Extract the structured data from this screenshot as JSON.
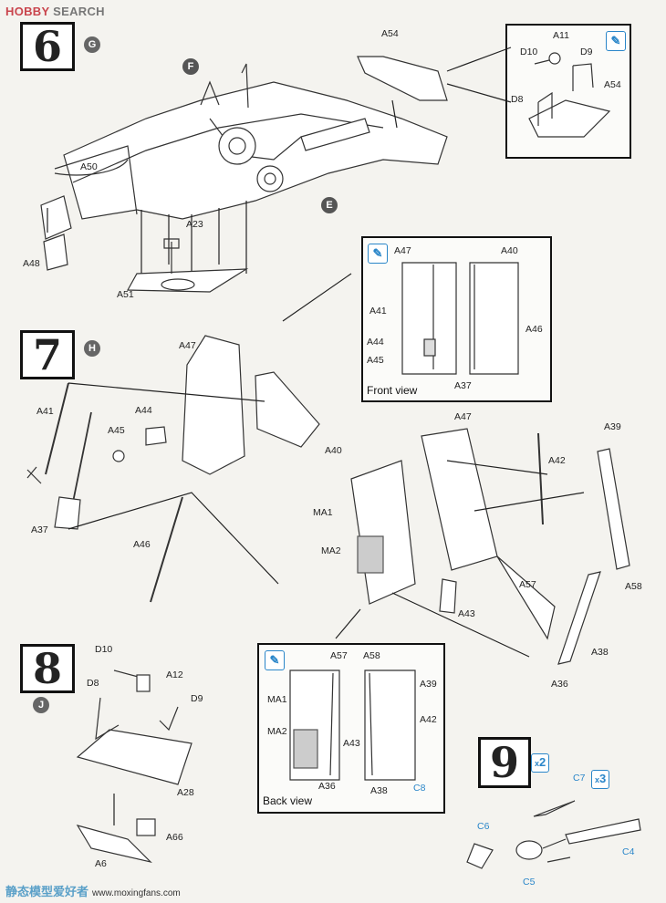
{
  "brand": {
    "logo_text": "HOBBY",
    "suffix": "SEARCH",
    "logo_color": "#c9454d"
  },
  "watermark": {
    "chinese": "静态模型爱好者",
    "url": "www.moxingfans.com"
  },
  "steps": [
    {
      "number": "6",
      "letter": "G"
    },
    {
      "number": "7",
      "letter": "H"
    },
    {
      "number": "8",
      "letter": "J"
    },
    {
      "number": "9"
    }
  ],
  "step9_qty": {
    "prefix": "x",
    "count": "2"
  },
  "c7_qty": {
    "prefix": "x",
    "count": "3"
  },
  "sub_assemblies": {
    "f": "F",
    "e": "E"
  },
  "captions": {
    "front_view": "Front view",
    "back_view": "Back view"
  },
  "labels": {
    "A54": "A54",
    "A11": "A11",
    "D10": "D10",
    "D9": "D9",
    "D8": "D8",
    "A54b": "A54",
    "A50": "A50",
    "A48": "A48",
    "A23": "A23",
    "A51": "A51",
    "A47i": "A47",
    "A40i": "A40",
    "A41i": "A41",
    "A46i": "A46",
    "A44i": "A44",
    "A45i": "A45",
    "A37i": "A37",
    "A47": "A47",
    "A41": "A41",
    "A44": "A44",
    "A45": "A45",
    "A37": "A37",
    "A46": "A46",
    "A40": "A40",
    "A47b": "A47",
    "A39": "A39",
    "A42": "A42",
    "MA1": "MA1",
    "MA2": "MA2",
    "A57": "A57",
    "A58": "A58",
    "A43": "A43",
    "A38": "A38",
    "A36": "A36",
    "D10b": "D10",
    "A12": "A12",
    "D8b": "D8",
    "D9b": "D9",
    "A28": "A28",
    "A66": "A66",
    "A6": "A6",
    "A57i": "A57",
    "A58i": "A58",
    "MA1i": "MA1",
    "A39i": "A39",
    "A42i": "A42",
    "MA2i": "MA2",
    "A43i": "A43",
    "A36i": "A36",
    "A38i": "A38",
    "C8i": "C8",
    "C7": "C7",
    "C6": "C6",
    "C4": "C4",
    "C5": "C5"
  },
  "colors": {
    "accent_blue": "#2a86c9",
    "ink": "#222222"
  }
}
